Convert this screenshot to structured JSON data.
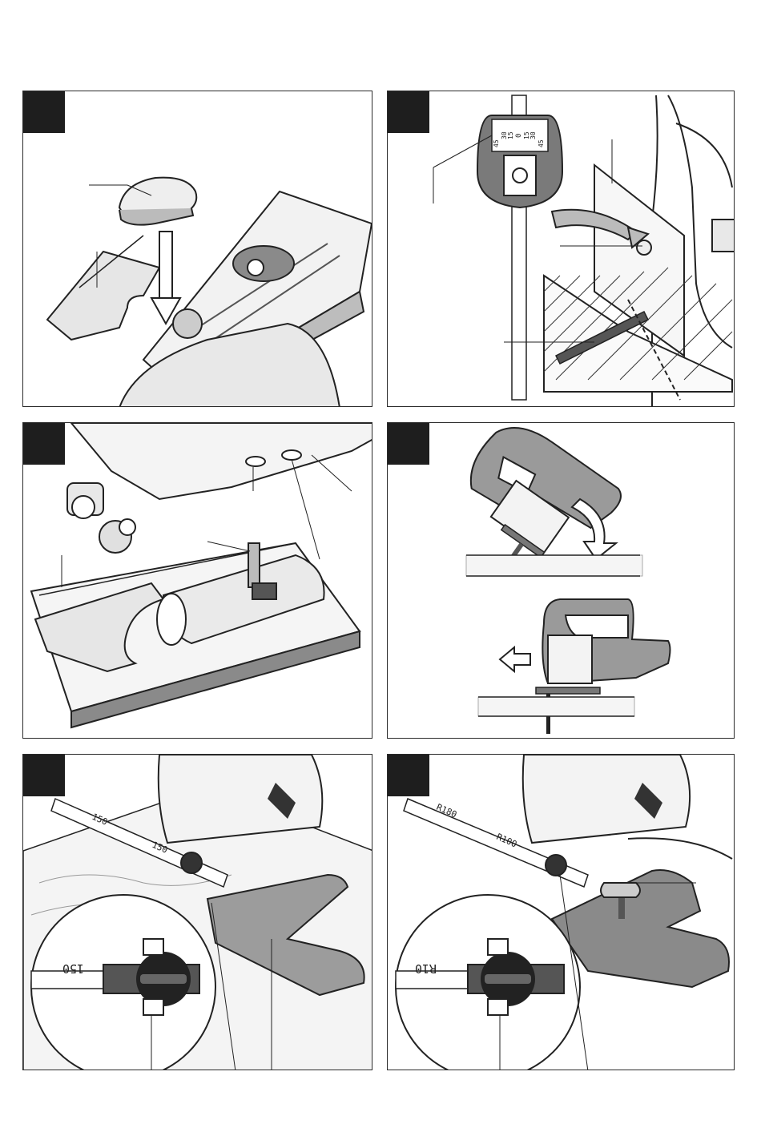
{
  "panels": [
    {
      "id": "fig-a",
      "scale_labels": []
    },
    {
      "id": "fig-b",
      "scale_labels": [
        "45",
        "30",
        "15",
        "0",
        "15",
        "30",
        "45"
      ]
    },
    {
      "id": "fig-c",
      "scale_labels": []
    },
    {
      "id": "fig-d",
      "scale_labels": []
    },
    {
      "id": "fig-e",
      "scale_labels": [
        "150",
        "150",
        "150"
      ]
    },
    {
      "id": "fig-f",
      "scale_labels": [
        "R180",
        "R100",
        "R10"
      ]
    }
  ],
  "colors": {
    "ink": "#1e1e1e",
    "grey": "#8a8a8a",
    "light": "#d6d6d6",
    "wood": "#eeeeee"
  }
}
